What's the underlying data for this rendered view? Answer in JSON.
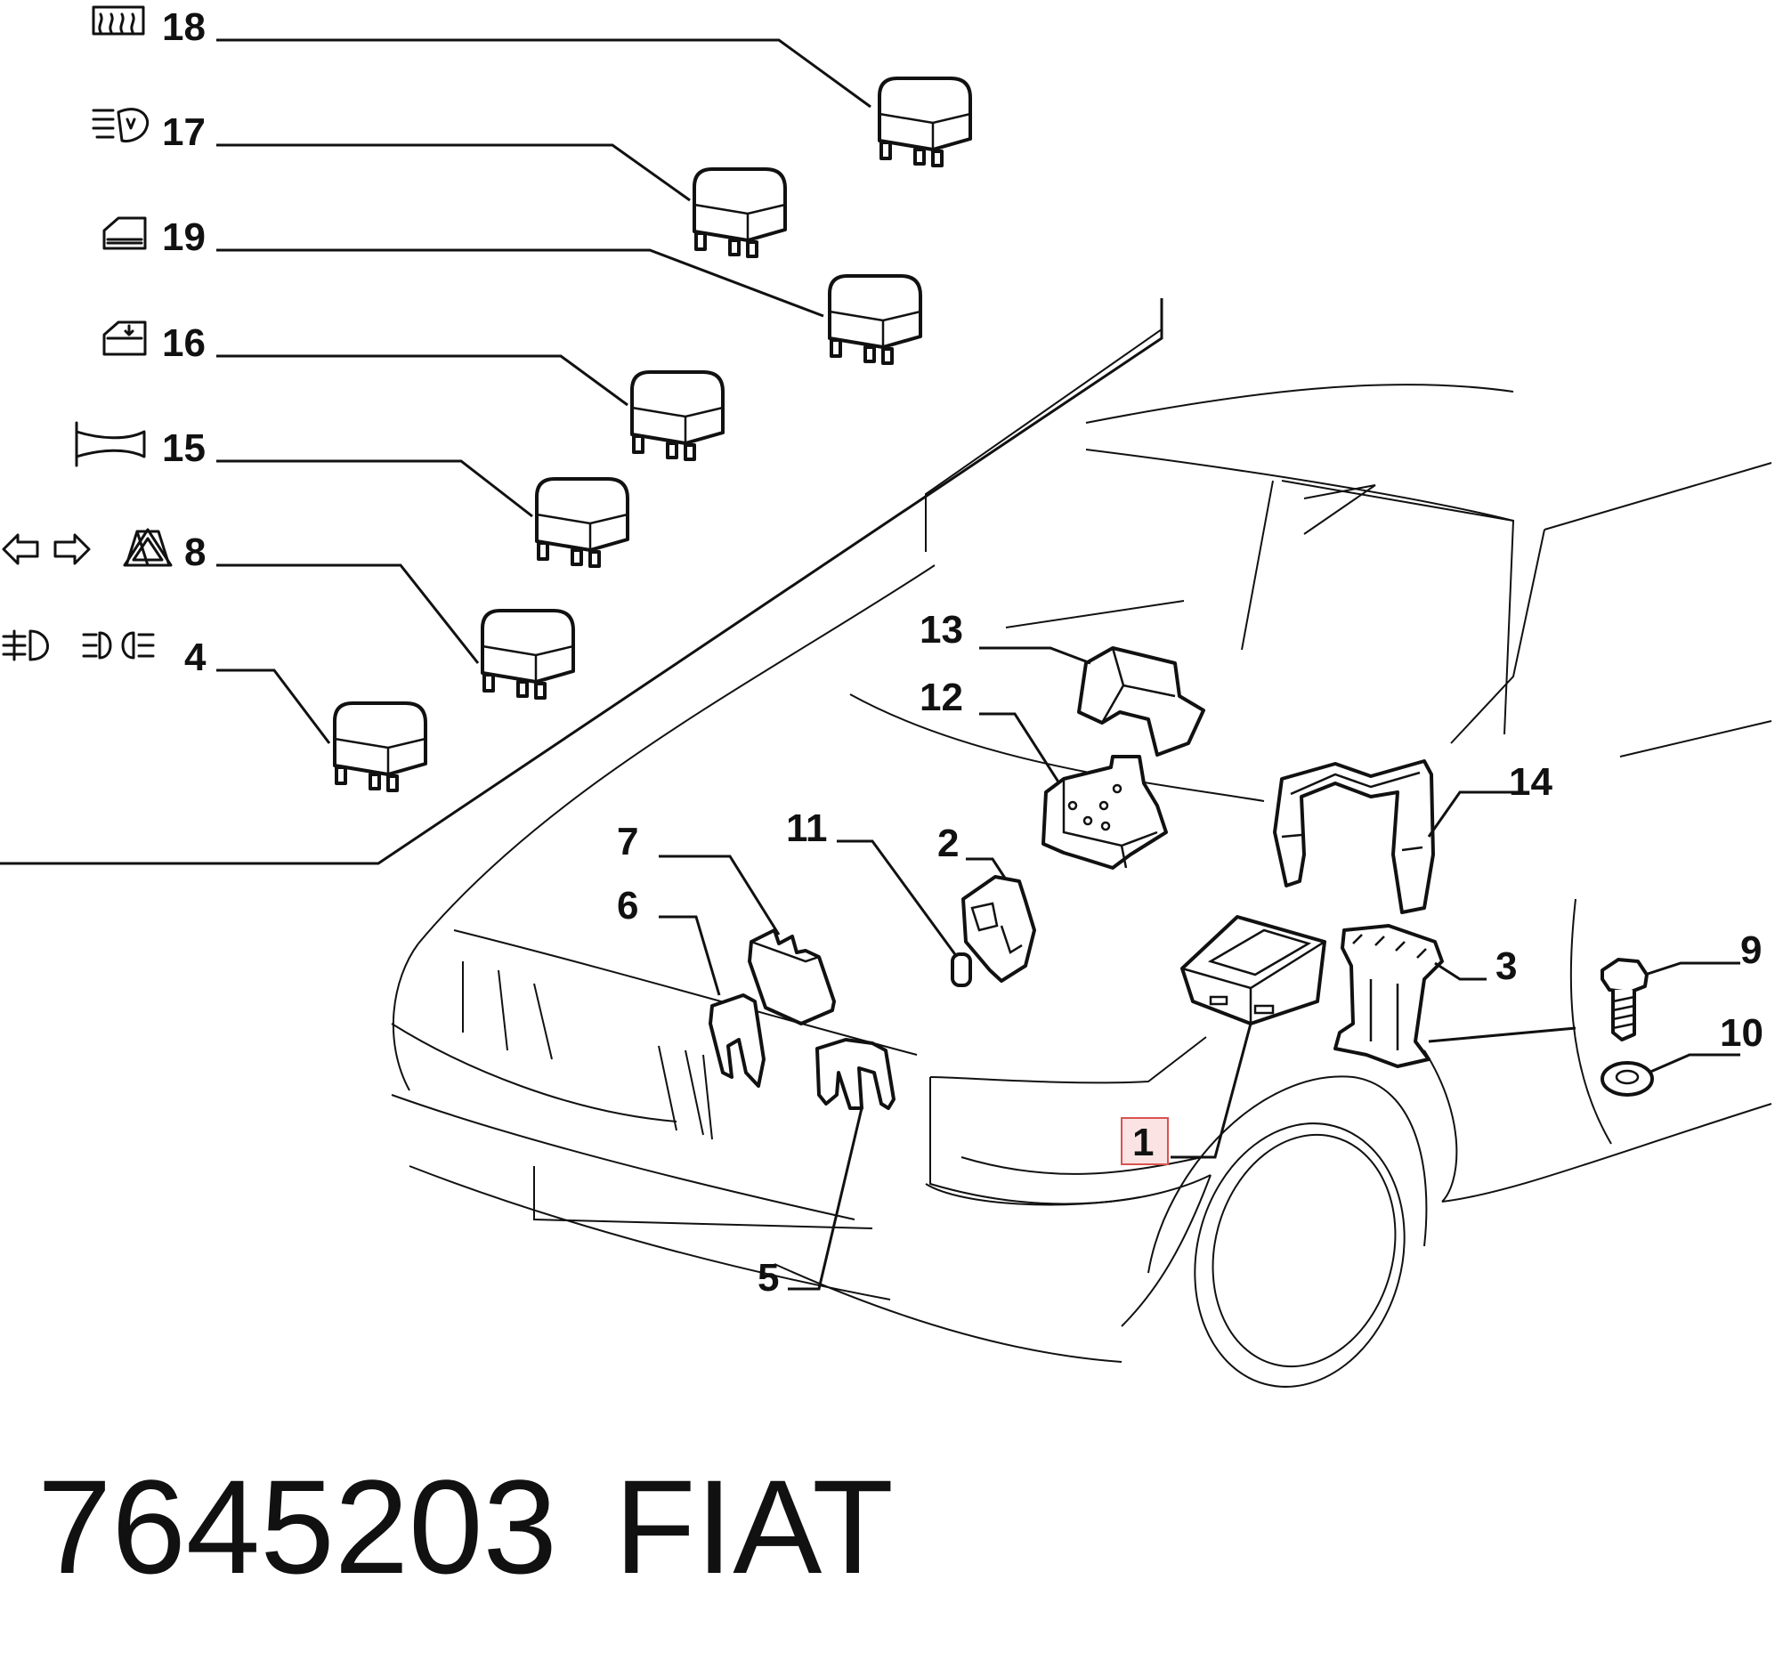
{
  "callouts": {
    "c18": "18",
    "c17": "17",
    "c19": "19",
    "c16": "16",
    "c15": "15",
    "c8": "8",
    "c4": "4",
    "c13": "13",
    "c12": "12",
    "c14": "14",
    "c7": "7",
    "c11": "11",
    "c2": "2",
    "c6": "6",
    "c3": "3",
    "c9": "9",
    "c10": "10",
    "c1": "1",
    "c5": "5"
  },
  "highlighted_callout": "1",
  "colors": {
    "line": "#111111",
    "highlight_border": "#d9534f",
    "highlight_fill": "#fbe3e3"
  },
  "symbols": {
    "c18": "rear-defrost-icon",
    "c17": "headlamp-washer-icon",
    "c19": "power-window-icon",
    "c16": "power-window-2-icon",
    "c15": "horn-icon",
    "c8": "turn-signal-hazard-icon",
    "c4": "fog-and-headlamp-icon"
  },
  "footer": {
    "part_number": "7645203",
    "brand": "FIAT"
  }
}
